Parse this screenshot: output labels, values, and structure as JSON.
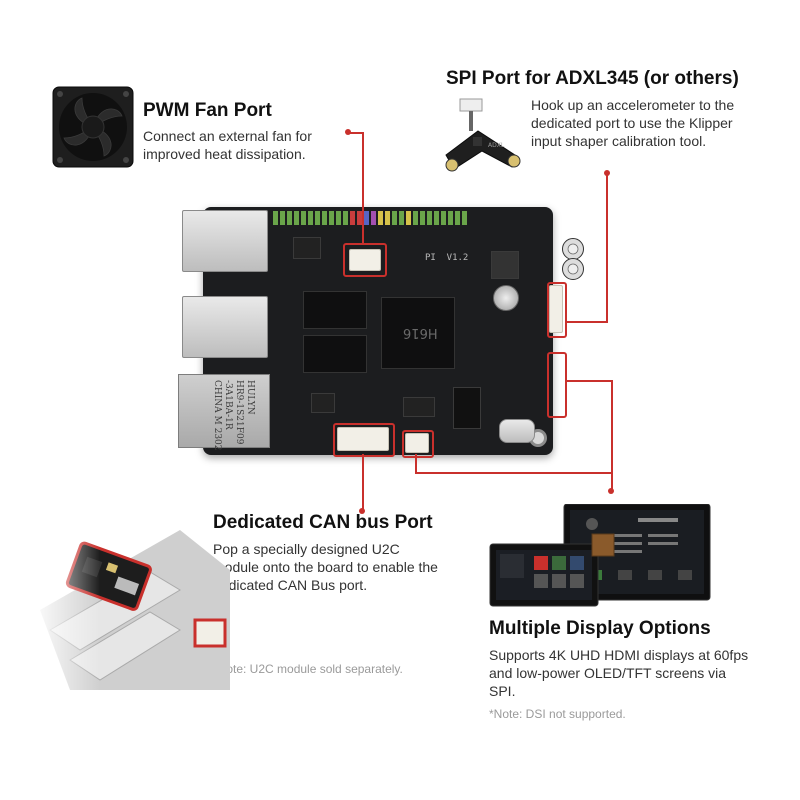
{
  "fan_port": {
    "title": "PWM Fan Port",
    "description": "Connect an external fan for improved heat dissipation."
  },
  "spi_port": {
    "title": "SPI Port for ADXL345 (or others)",
    "description": "Hook up an accelerometer to the dedicated port to use the Klipper input shaper calibration tool."
  },
  "can_port": {
    "title": "Dedicated CAN bus Port",
    "description": "Pop a specially designed U2C module onto the board to enable the dedicated CAN Bus port.",
    "note": "*Note: U2C module sold separately."
  },
  "display": {
    "title": "Multiple Display Options",
    "description": "Supports 4K UHD HDMI displays at 60fps and low-power OLED/TFT screens via SPI.",
    "note": "*Note: DSI not supported."
  },
  "board": {
    "ethernet_label": "HULYN\nHR9-1S21F09\n-3A1BA-1R\nCHINA M 2302",
    "soc_label": "H616",
    "version_label": "PI  V1.2"
  },
  "accent_color": "#c9302c"
}
